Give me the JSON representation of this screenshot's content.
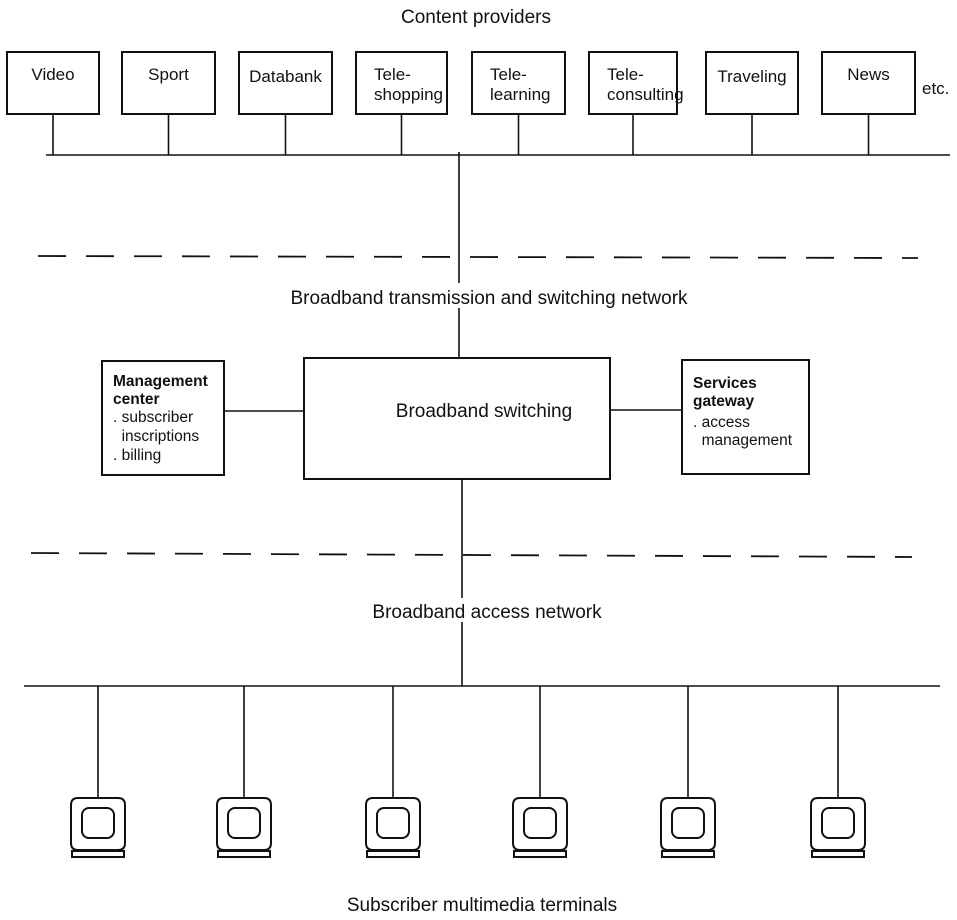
{
  "top_label": "Content providers",
  "providers": [
    {
      "lines": [
        "Video"
      ]
    },
    {
      "lines": [
        "Sport"
      ]
    },
    {
      "lines": [
        "Databank"
      ]
    },
    {
      "lines": [
        "Tele-",
        "shopping"
      ]
    },
    {
      "lines": [
        "Tele-",
        "learning"
      ]
    },
    {
      "lines": [
        "Tele-",
        "consulting"
      ]
    },
    {
      "lines": [
        "Traveling"
      ]
    },
    {
      "lines": [
        "News"
      ]
    }
  ],
  "etc_label": "etc.",
  "transmission_label": "Broadband transmission and switching network",
  "switching_label": "Broadband switching",
  "management": {
    "title_lines": [
      "Management",
      "center"
    ],
    "item_lines": [
      ". subscriber",
      "  inscriptions",
      ". billing"
    ]
  },
  "gateway": {
    "title_lines": [
      "Services",
      "gateway"
    ],
    "item_lines": [
      ". access",
      "  management"
    ]
  },
  "access_label": "Broadband access network",
  "bottom_label": "Subscriber multimedia terminals",
  "terminal_count": 6,
  "terminal_icon": "computer-terminal-icon"
}
